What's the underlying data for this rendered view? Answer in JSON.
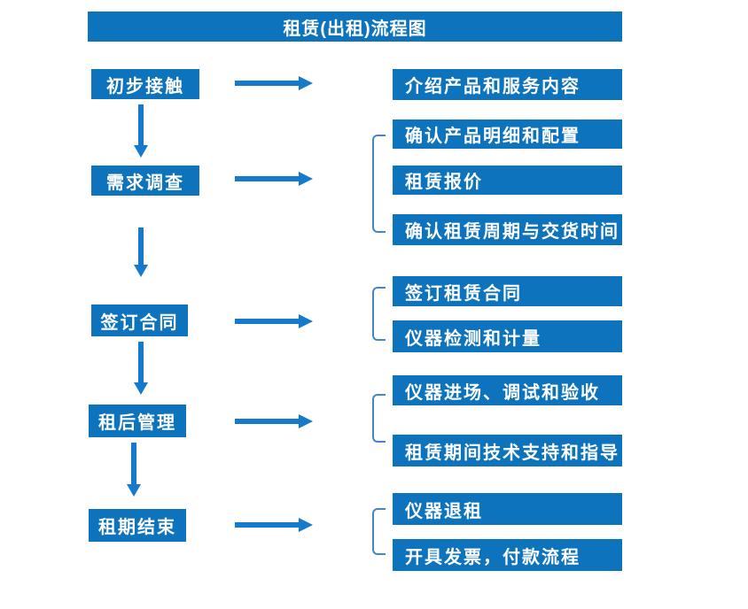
{
  "title": "租赁(出租)流程图",
  "colors": {
    "box_blue": "#0d73bd",
    "arrow_blue": "#1579cc",
    "bracket_blue": "#4586c6",
    "text_white": "#ffffff",
    "background": "#ffffff"
  },
  "left_steps": [
    {
      "label": "初步接触"
    },
    {
      "label": "需求调查"
    },
    {
      "label": "签订合同"
    },
    {
      "label": "租后管理"
    },
    {
      "label": "租期结束"
    }
  ],
  "right_items": [
    {
      "label": "介绍产品和服务内容"
    },
    {
      "label": "确认产品明细和配置"
    },
    {
      "label": "租赁报价"
    },
    {
      "label": "确认租赁周期与交货时间"
    },
    {
      "label": "签订租赁合同"
    },
    {
      "label": "仪器检测和计量"
    },
    {
      "label": "仪器进场、调试和验收"
    },
    {
      "label": "租赁期间技术支持和指导"
    },
    {
      "label": "仪器退租"
    },
    {
      "label": "开具发票，付款流程"
    }
  ]
}
